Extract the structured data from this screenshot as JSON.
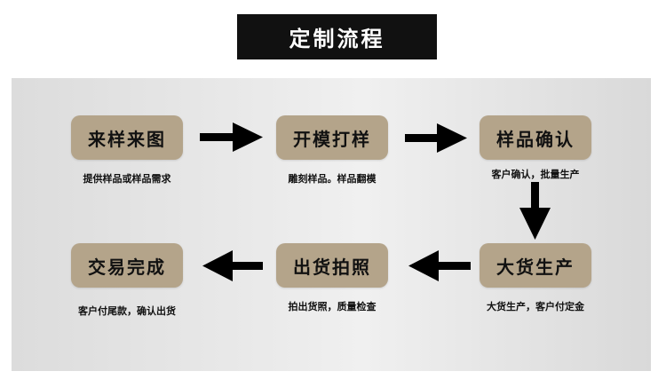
{
  "title": "定制流程",
  "colors": {
    "title_bg": "#111111",
    "step_bg": "#b4a48a",
    "arrow": "#000000"
  },
  "steps": [
    {
      "label": "来样来图",
      "desc": "提供样品或样品需求"
    },
    {
      "label": "开模打样",
      "desc": "雕刻样品。样品翻模"
    },
    {
      "label": "样品确认",
      "desc": "客户确认，批量生产"
    },
    {
      "label": "大货生产",
      "desc": "大货生产，客户付定金"
    },
    {
      "label": "出货拍照",
      "desc": "拍出货照，质量检查"
    },
    {
      "label": "交易完成",
      "desc": "客户付尾款，确认出货"
    }
  ]
}
